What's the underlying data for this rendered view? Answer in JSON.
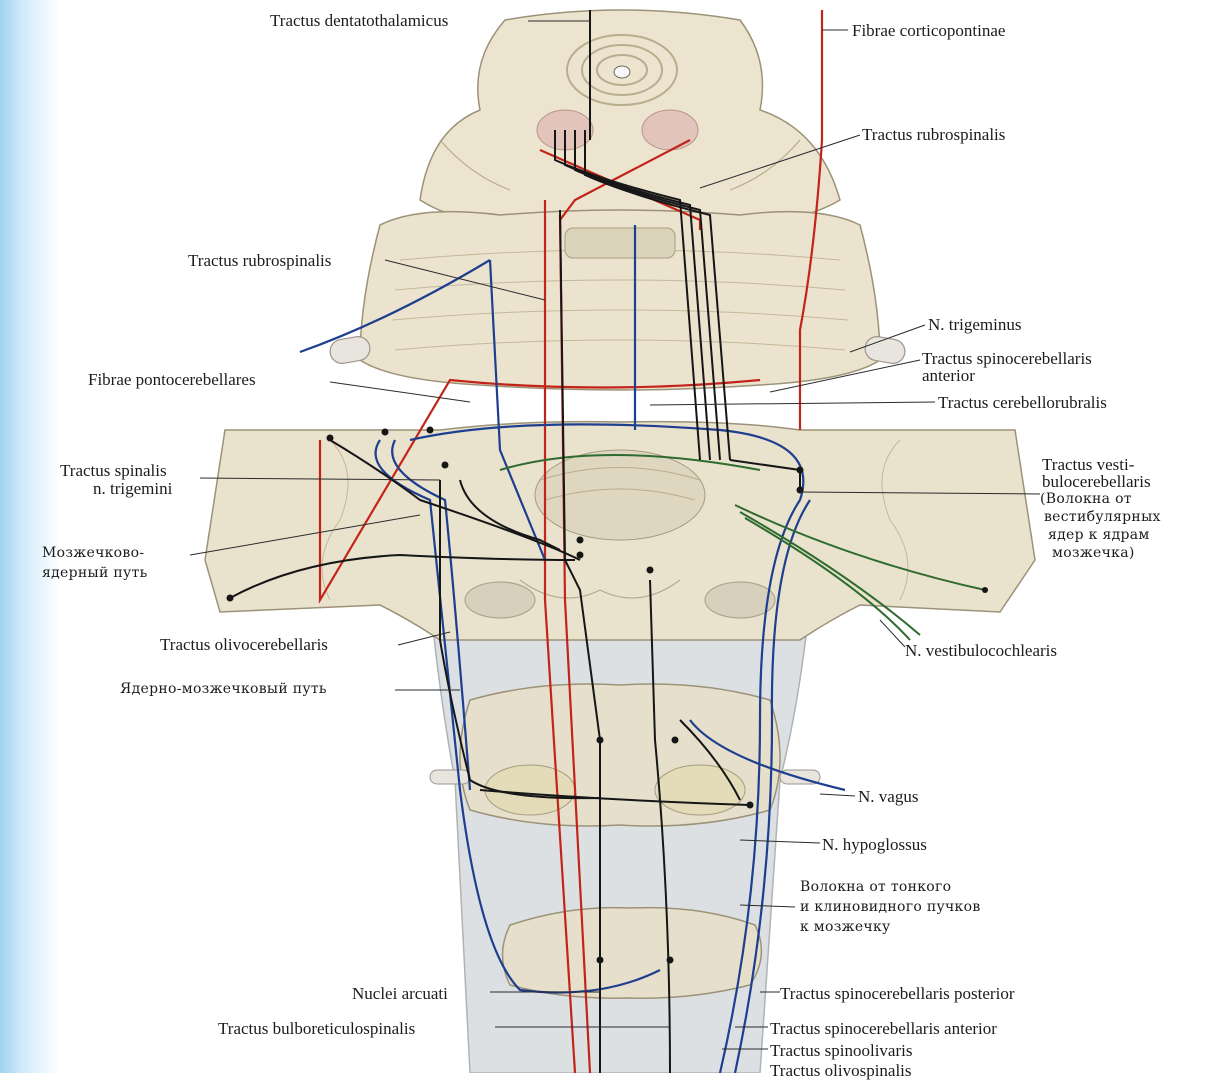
{
  "labels": {
    "dentatothalamicus": "Tractus dentatothalamicus",
    "corticopontinae": "Fibrae corticopontinae",
    "rubrospinalis_right": "Tractus rubrospinalis",
    "rubrospinalis_left": "Tractus rubrospinalis",
    "trigeminus": "N. trigeminus",
    "spinocerebellaris_anterior_line1": "Tractus spinocerebellaris",
    "spinocerebellaris_anterior_line2": "anterior",
    "pontocerebellares": "Fibrae pontocerebellares",
    "cerebellorubralis": "Tractus cerebellorubralis",
    "spinalis_trigemini_line1": "Tractus spinalis",
    "spinalis_trigemini_line2": "n. trigemini",
    "vestibulocerebellaris_line1": "Tractus vesti-",
    "vestibulocerebellaris_line2": "bulocerebellaris",
    "vestibulocerebellaris_line3": "(Волокна от",
    "vestibulocerebellaris_line4": "вестибулярных",
    "vestibulocerebellaris_line5": "ядер к ядрам",
    "vestibulocerebellaris_line6": "мозжечка)",
    "cerebellonuclear_line1": "Мозжечково-",
    "cerebellonuclear_line2": "ядерный путь",
    "olivocerebellaris": "Tractus olivocerebellaris",
    "vestibulocochlearis": "N. vestibulocochlearis",
    "nucleocerebellar": "Ядерно-мозжечковый путь",
    "vagus": "N. vagus",
    "hypoglossus": "N. hypoglossus",
    "fasciculi_line1": "Волокна от тонкого",
    "fasciculi_line2": "и  клиновидного пучков",
    "fasciculi_line3": "к мозжечку",
    "arcuati": "Nuclei arcuati",
    "spinocerebellaris_posterior": "Tractus spinocerebellaris posterior",
    "bulboreticulospinalis": "Tractus bulboreticulospinalis",
    "spinocerebellaris_anterior_lower": "Tractus spinocerebellaris anterior",
    "spinoolivaris": "Tractus  spinoolivaris",
    "olivospinalis": "Tractus olivospinalis"
  },
  "colors": {
    "tissue": "#ece4cf",
    "tissue_dark": "#d7ccb2",
    "tissue_gray": "#d9dcdf",
    "red_tract": "#c4231a",
    "blue_tract": "#1e3f8f",
    "green_tract": "#2e6b2e",
    "black_tract": "#161616"
  }
}
